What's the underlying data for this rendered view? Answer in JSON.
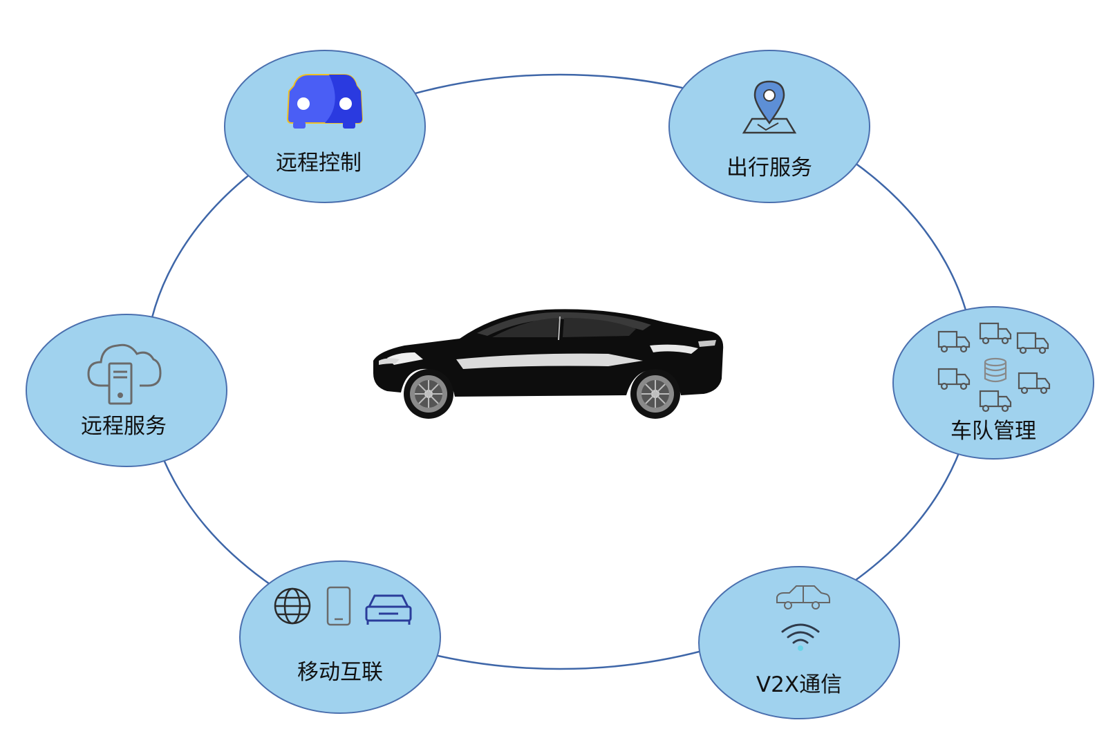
{
  "colors": {
    "ring": "#3e66a8",
    "node_fill": "#a0d2ee",
    "node_stroke": "#4a6fae",
    "icon_gray": "#6a6a6a",
    "icon_blue": "#4a5ef5",
    "icon_navy": "#2a3c9a",
    "pin_blue": "#5d8fd6",
    "wifi_cyan": "#6ad4e8"
  },
  "center": {
    "image": "black-electric-sedan"
  },
  "nodes": [
    {
      "id": "remote-control",
      "label": "远程控制",
      "icon": "car-front-icon"
    },
    {
      "id": "travel-service",
      "label": "出行服务",
      "icon": "map-pin-icon"
    },
    {
      "id": "fleet-management",
      "label": "车队管理",
      "icon": "truck-fleet-database-icon"
    },
    {
      "id": "v2x",
      "label": "V2X通信",
      "icon": "car-wifi-icon"
    },
    {
      "id": "mobile-internet",
      "label": "移动互联",
      "icons": [
        "globe-icon",
        "smartphone-icon",
        "car-front-outline-icon"
      ]
    },
    {
      "id": "remote-service",
      "label": "远程服务",
      "icon": "cloud-server-icon"
    }
  ]
}
